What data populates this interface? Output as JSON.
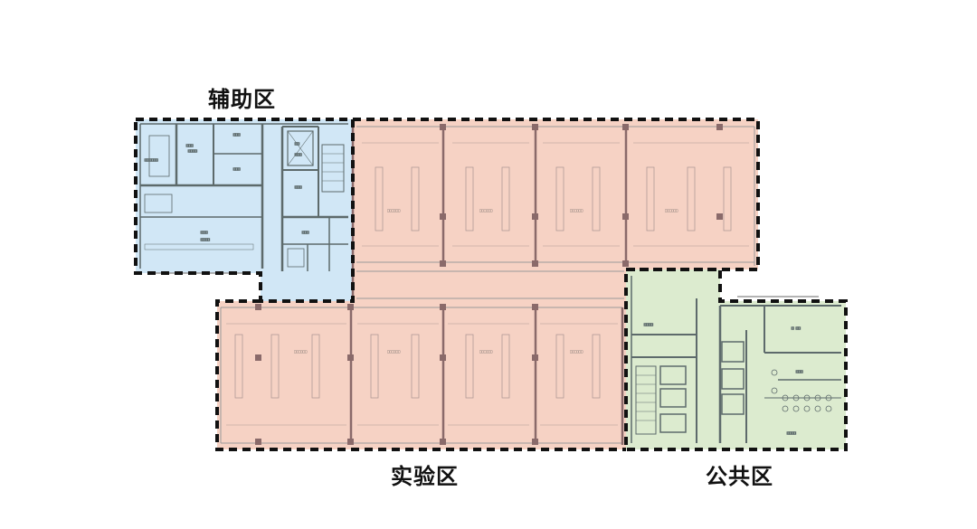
{
  "zones": {
    "auxiliary": {
      "label": "辅助区",
      "color": "#cfe6f5"
    },
    "laboratory": {
      "label": "实验区",
      "color": "#f6d2c4"
    },
    "public": {
      "label": "公共区",
      "color": "#dcebcf"
    }
  },
  "colors": {
    "wall": "#5d6a6b",
    "lab_column": "#8a6a6a",
    "dashed_border": "#111111",
    "detail_line": "#9a9a9a"
  }
}
